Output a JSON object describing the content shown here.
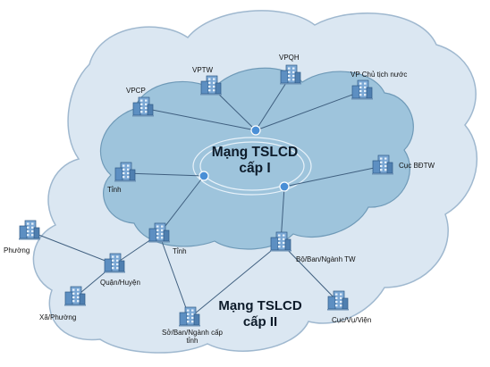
{
  "networks": {
    "level1": {
      "line1": "Mạng TSLCD",
      "line2": "cấp I"
    },
    "level2": {
      "line1": "Mạng TSLCD",
      "line2": "cấp II"
    }
  },
  "nodes": {
    "vpcp": "VPCP",
    "vptw": "VPTW",
    "vpqh": "VPQH",
    "vpctn": "VP Chủ tịch nước",
    "cucbd": "Cục BĐTW",
    "tinh1": "Tỉnh",
    "tinh2": "Tỉnh",
    "bbn": "Bộ/Ban/Ngành TW",
    "phuong": "Phường",
    "quanhuyen": "Quận/Huyện",
    "xaphuong": "Xã/Phường",
    "soban_line1": "Sở/Ban/Ngành cấp",
    "soban_line2": "tỉnh",
    "cucvu": "Cục/Vụ/Viện"
  },
  "colors": {
    "cloud_outer_fill": "#dbe7f2",
    "cloud_outer_stroke": "#9fb8cf",
    "cloud_inner_fill": "#9ec4dc",
    "cloud_inner_stroke": "#6f9ab8",
    "link": "#3f5f7f",
    "hub": "#4a8fd6",
    "building": "#5d8fc2"
  }
}
